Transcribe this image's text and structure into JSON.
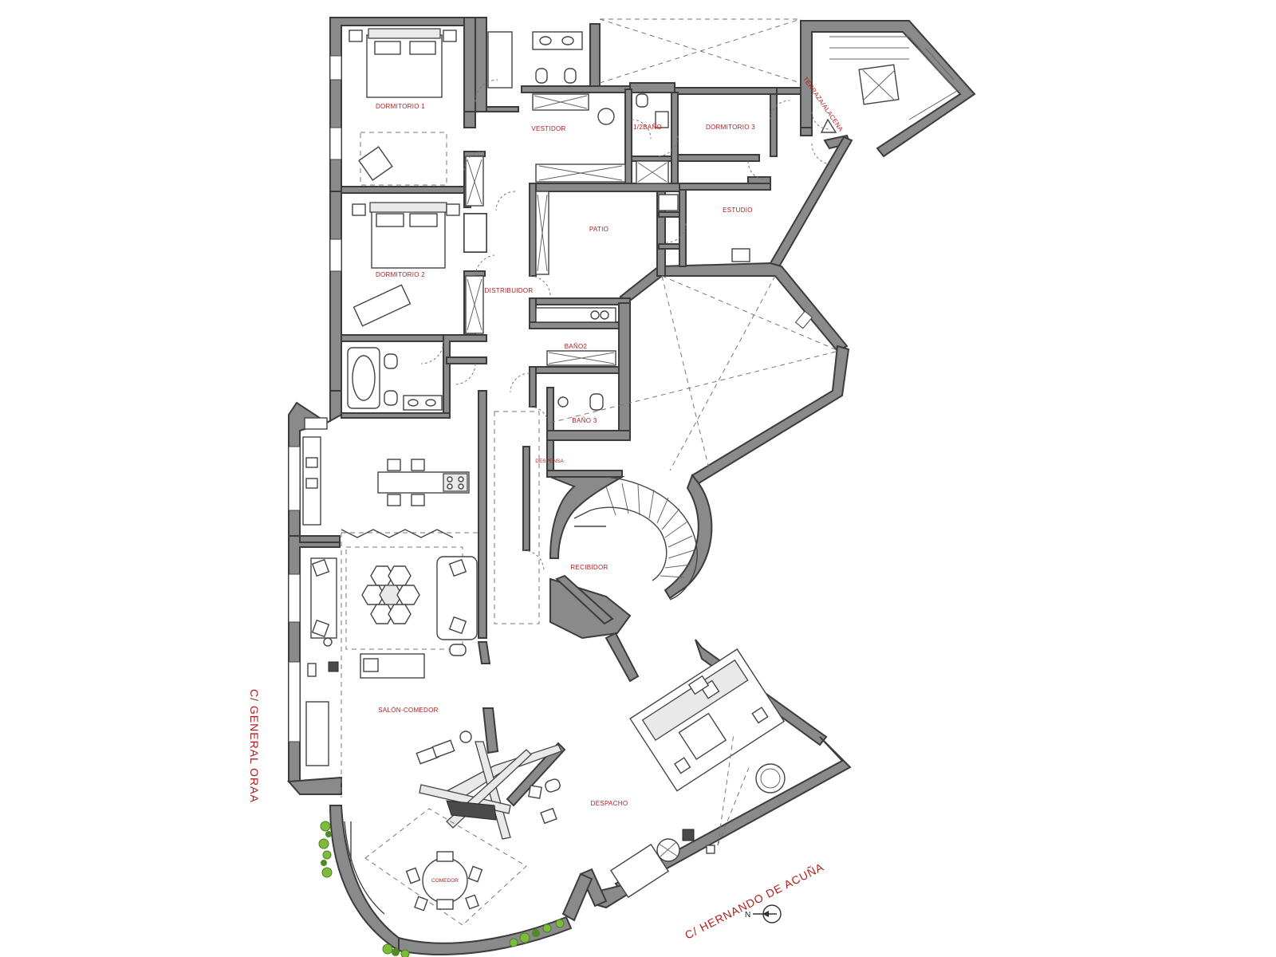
{
  "rooms": {
    "dormitorio_1": "DORMITORIO 1",
    "vestidor": "VESTIDOR",
    "medio_bano": "1/2BAÑO",
    "dormitorio_3": "DORMITORIO 3",
    "terraza": "TERRAZA/ALACENA",
    "dormitorio_2": "DORMITORIO 2",
    "patio": "PATIO",
    "estudio": "ESTUDIO",
    "distribuidor": "DISTRIBUIDOR",
    "bano_2": "BAÑO2",
    "bano_3": "BAÑO 3",
    "despensa": "DESPENSA",
    "recibidor": "RECIBIDOR",
    "salon_comedor": "SALÓN-COMEDOR",
    "despacho": "DESPACHO",
    "comedor": "COMEDOR"
  },
  "streets": {
    "west": "C/ GENERAL ORAA",
    "south": "C/ HERNANDO DE ACUÑA"
  },
  "north_arrow": {
    "label": "N",
    "icon": "north-arrow-icon"
  },
  "colors": {
    "label_red": "#b01c1c",
    "wall_gray": "#8a8a8a",
    "vegetation_green": "#7dbb3c"
  }
}
